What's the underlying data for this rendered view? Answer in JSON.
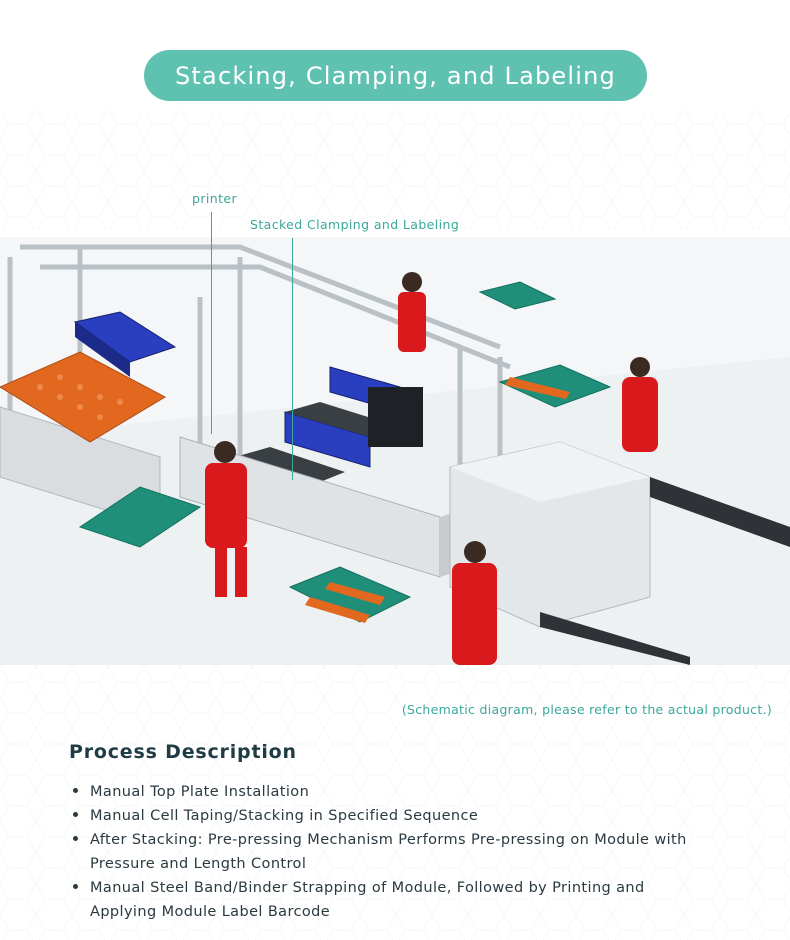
{
  "header": {
    "title": "Stacking, Clamping, and Labeling"
  },
  "callouts": {
    "printer": "printer",
    "stacked": "Stacked Clamping and Labeling"
  },
  "illustration": {
    "note": "(Schematic diagram, please refer to the actual product.)"
  },
  "process": {
    "title": "Process Description",
    "steps": [
      "Manual Top Plate Installation",
      "Manual Cell Taping/Stacking in Specified Sequence",
      "After Stacking: Pre-pressing Mechanism Performs Pre-pressing on Module with Pressure and Length Control",
      "Manual Steel Band/Binder Strapping of Module, Followed by Printing and Applying Module Label Barcode"
    ]
  },
  "colors": {
    "accent": "#5fc2b1",
    "accent_text": "#3aa89a",
    "heading": "#1f3b44",
    "worker_suit": "#d9191c",
    "table_top": "#1f8f7a",
    "battery_blue": "#2a3fbf",
    "tray_orange": "#e2671f"
  }
}
